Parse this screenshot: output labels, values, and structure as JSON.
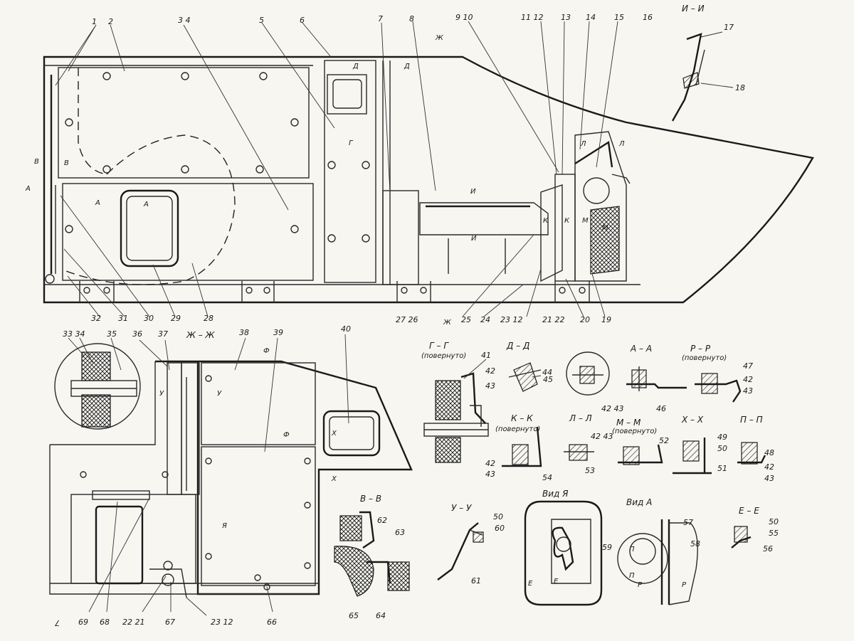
{
  "callouts": {
    "c1": "1",
    "c2": "2",
    "c3_4": "3  4",
    "c5": "5",
    "c6": "6",
    "c7": "7",
    "c8": "8",
    "c9_10": "9 10",
    "c11_12": "11 12",
    "c13": "13",
    "c14": "14",
    "c15": "15",
    "c16": "16",
    "c17": "17",
    "c18": "18",
    "c19": "19",
    "c20": "20",
    "c21_22": "21 22",
    "c23_12": "23 12",
    "c24": "24",
    "c25": "25",
    "c27_26": "27 26",
    "c28": "28",
    "c29": "29",
    "c30": "30",
    "c31": "31",
    "c32": "32",
    "c33_34": "33 34",
    "c35": "35",
    "c36": "36",
    "c37": "37",
    "c38": "38",
    "c39": "39",
    "c40": "40",
    "c41": "41",
    "c42_43_gd": "42",
    "c43_gd": "43",
    "c44": "44",
    "c45": "45",
    "c42_43_aa": "42 43",
    "c46": "46",
    "c47": "47",
    "c42_rr": "42",
    "c43_rr": "43",
    "c42_kk": "42",
    "c43_kk": "43",
    "c54": "54",
    "c42_43_ll": "42 43",
    "c53": "53",
    "c52": "52",
    "c49": "49",
    "c50": "50",
    "c51": "51",
    "c48": "48",
    "c42_pp": "42",
    "c43_pp": "43",
    "c62": "62",
    "c63": "63",
    "c65": "65",
    "c64": "64",
    "c50_uu": "50",
    "c60": "60",
    "c61": "61",
    "c59": "59",
    "c57": "57",
    "c58": "58",
    "c50_ee": "50",
    "c55": "55",
    "c56": "56",
    "c7_bottom": "7",
    "c69": "69",
    "c68": "68",
    "c22_21": "22 21",
    "c67": "67",
    "c23_12_bottom": "23 12",
    "c66": "66"
  },
  "section_titles": {
    "ii": "И – И",
    "gg": "Г – Г",
    "gg_sub": "(повернуто)",
    "dd": "Д – Д",
    "aa": "А – А",
    "rr": "Р – Р",
    "rr_sub": "(повернуто)",
    "kk": "К – К",
    "kk_sub": "(повернуто)",
    "ll": "Л – Л",
    "mm": "М – М",
    "mm_sub": "(повернуто)",
    "xx": "Х – Х",
    "pp": "П – П",
    "vv": "В – В",
    "uu": "У – У",
    "vid_ya": "Вид Я",
    "vid_a": "Вид А",
    "ee": "Е – Е",
    "zhzh": "Ж – Ж"
  },
  "markers": {
    "zh_top": "Ж",
    "d_top": "Д",
    "d_inner": "Д",
    "g_mid": "Г",
    "b_left": "В",
    "b_arrow": "В",
    "a_left": "А",
    "a_inner1": "А",
    "a_inner2": "А",
    "i_upper": "И",
    "i_lower": "И",
    "k1": "К",
    "k2": "К",
    "m1": "М",
    "m2": "М",
    "l1": "Л",
    "l2": "Л",
    "zh_bottom": "Ж",
    "f1": "Ф",
    "f2": "Ф",
    "u1": "У",
    "u2": "У",
    "x1": "Х",
    "x2": "Х",
    "ya": "Я",
    "e1": "Е",
    "e2": "Е",
    "p1": "П",
    "p2": "П",
    "r1": "Р",
    "r2": "Р"
  }
}
